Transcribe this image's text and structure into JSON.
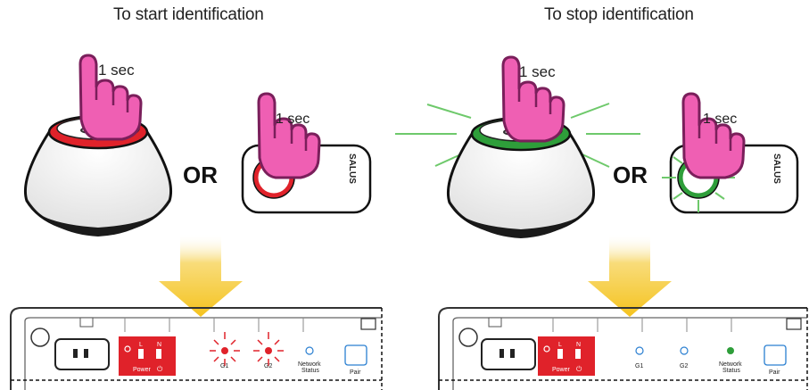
{
  "left_panel": {
    "caption": "To start identification",
    "hub_press_label": "1 sec",
    "or_label": "OR",
    "button_press_label": "1 sec",
    "brand": "SALUS",
    "ring_color": "#e0222a",
    "device": {
      "power_L": "L",
      "power_N": "N",
      "power_label": "Power",
      "g1_label": "G1",
      "g2_label": "G2",
      "network_label_1": "Network",
      "network_label_2": "Status",
      "pair_label": "Pair"
    }
  },
  "right_panel": {
    "caption": "To stop identification",
    "hub_press_label": "1 sec",
    "or_label": "OR",
    "button_press_label": "1 sec",
    "brand": "SALUS",
    "ring_color": "#2e9e3a",
    "device": {
      "power_L": "L",
      "power_N": "N",
      "power_label": "Power",
      "g1_label": "G1",
      "g2_label": "G2",
      "network_label_1": "Network",
      "network_label_2": "Status",
      "pair_label": "Pair"
    }
  },
  "colors": {
    "finger_fill": "#ef5fb3",
    "finger_stroke": "#7a1f5b",
    "arrow": "#f5c31f",
    "power_panel": "#e0222a",
    "led_red": "#e0222a",
    "led_green": "#2e9e3a",
    "led_blue": "#2a7fd1"
  }
}
